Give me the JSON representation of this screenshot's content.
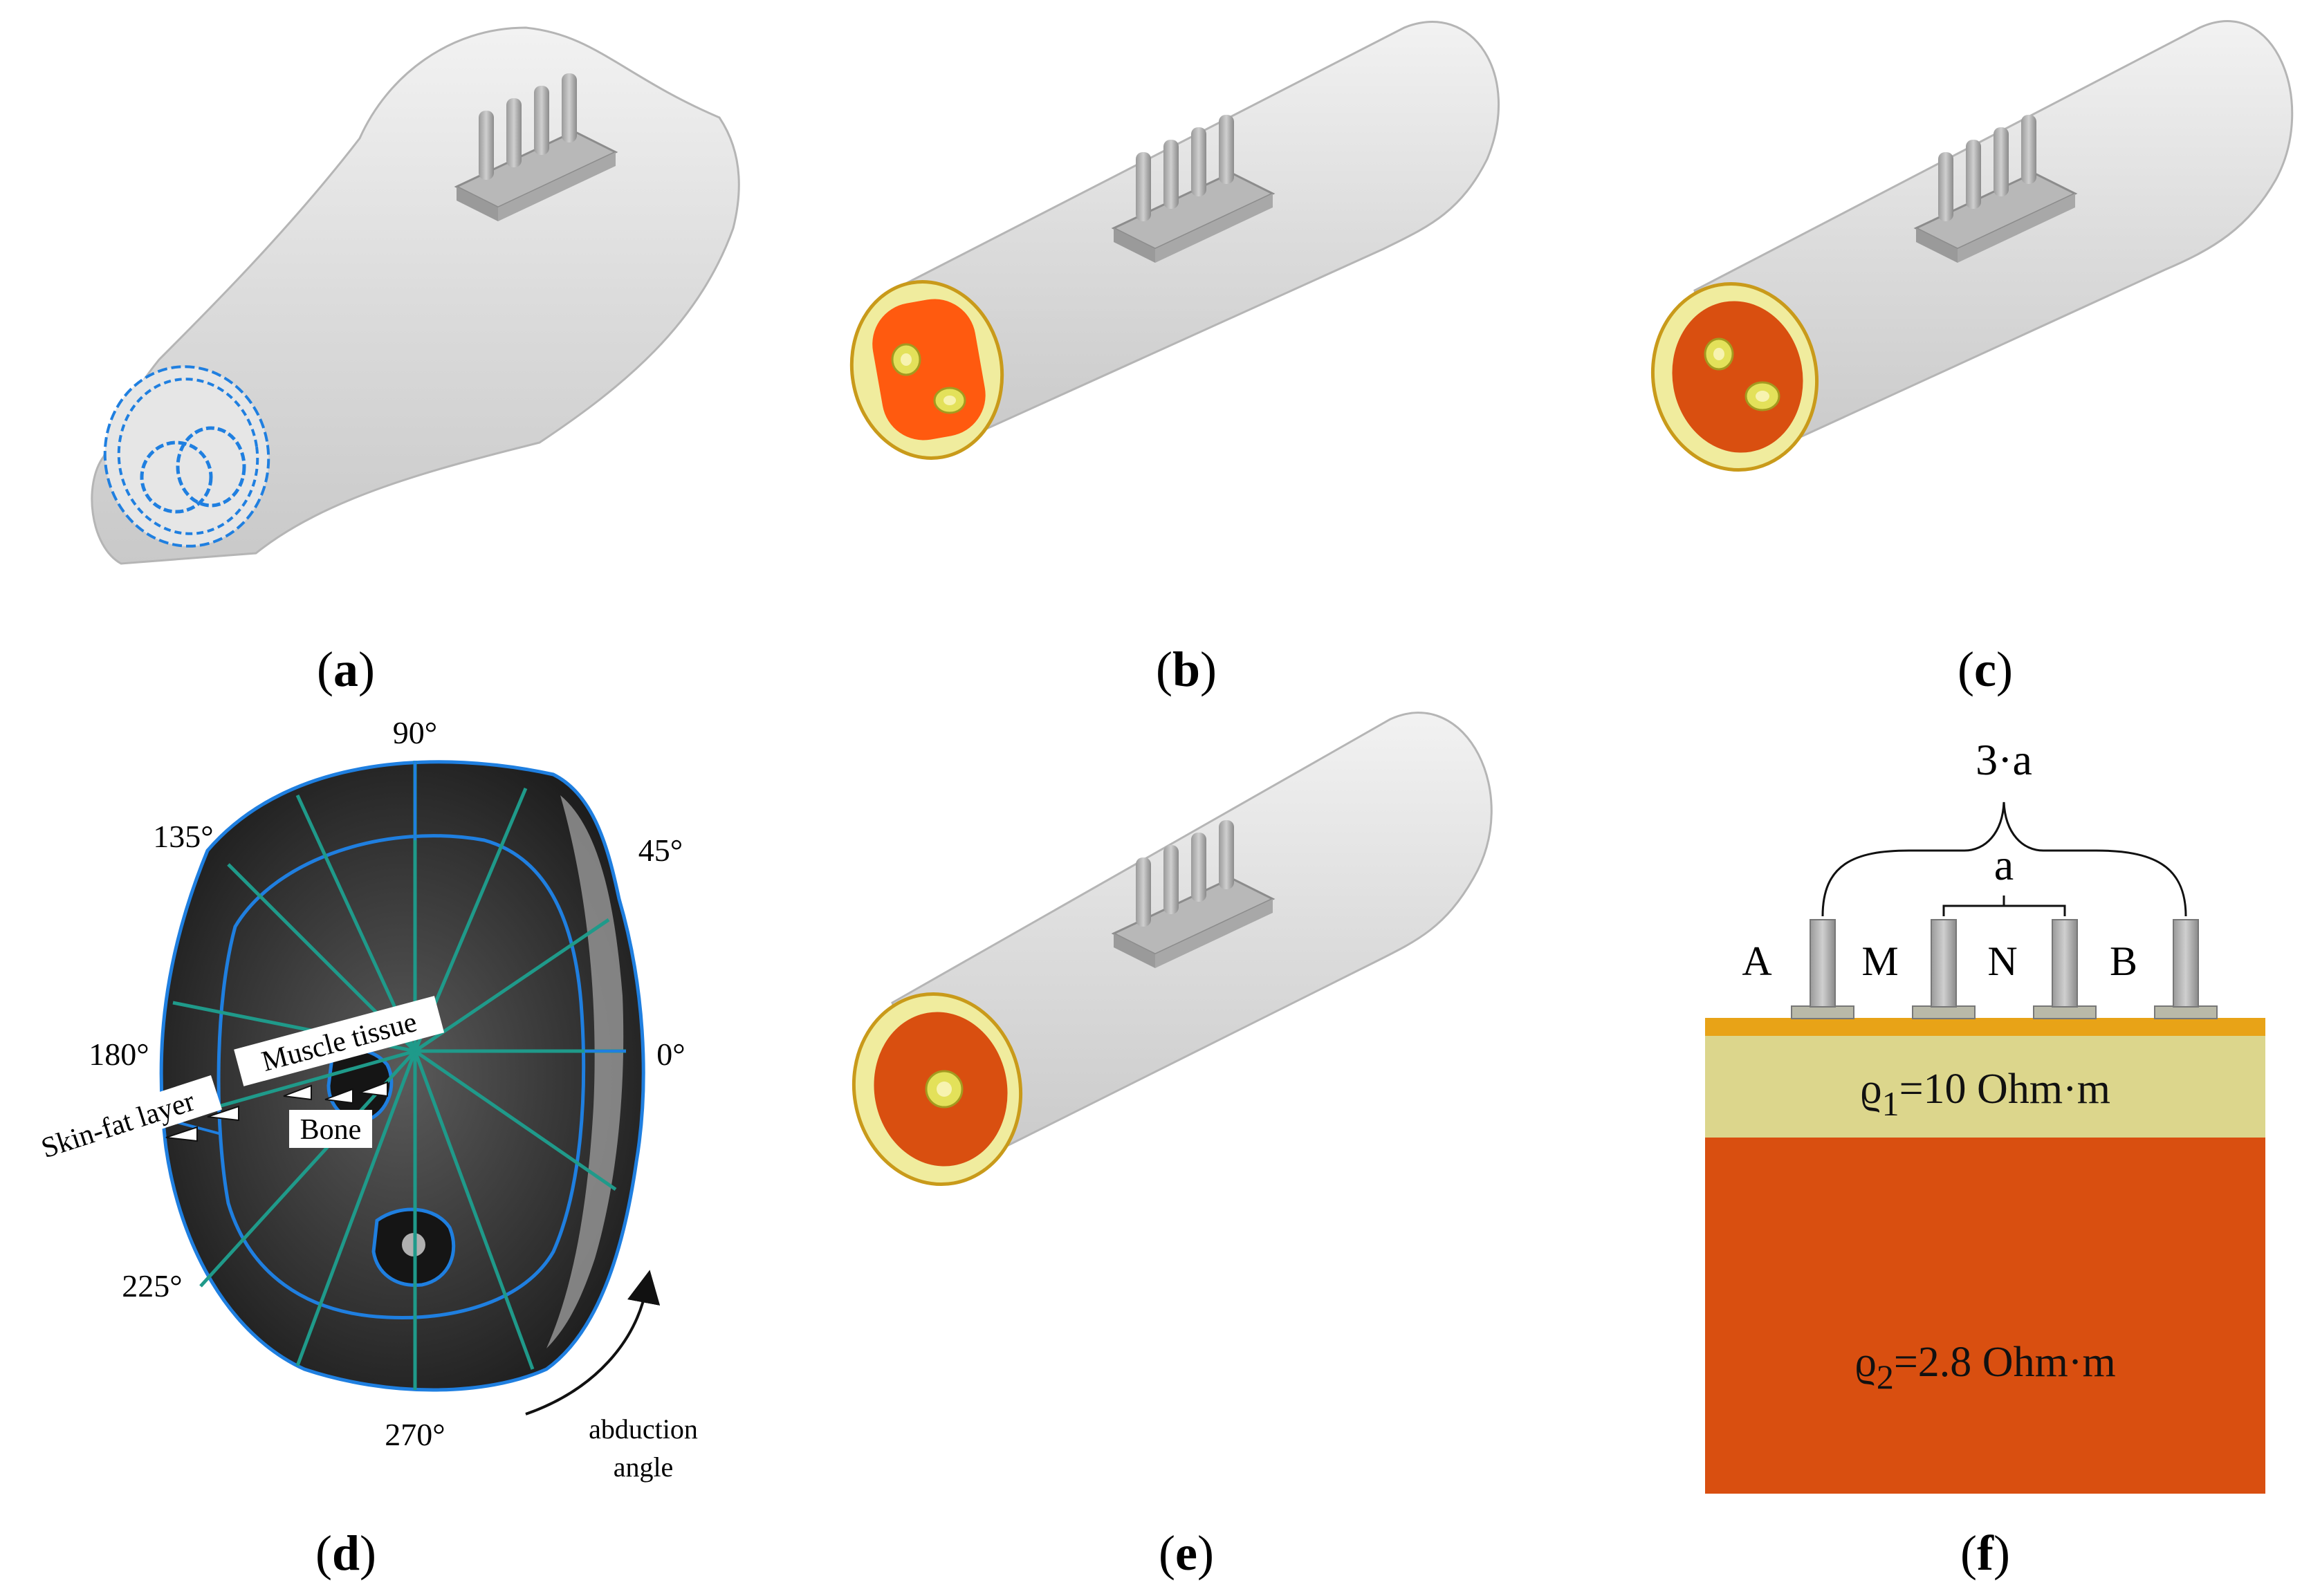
{
  "panels": {
    "a": {
      "label_open": "(",
      "label_letter": "a",
      "label_close": ")"
    },
    "b": {
      "label_open": "(",
      "label_letter": "b",
      "label_close": ")"
    },
    "c": {
      "label_open": "(",
      "label_letter": "c",
      "label_close": ")"
    },
    "d": {
      "label_open": "(",
      "label_letter": "d",
      "label_close": ")"
    },
    "e": {
      "label_open": "(",
      "label_letter": "e",
      "label_close": ")"
    },
    "f": {
      "label_open": "(",
      "label_letter": "f",
      "label_close": ")"
    }
  },
  "mri": {
    "angles": {
      "a90": "90°",
      "a135": "135°",
      "a45": "45°",
      "a180": "180°",
      "a0": "0°",
      "a225": "225°",
      "a270": "270°"
    },
    "tags": {
      "muscle": "Muscle tissue",
      "skin_fat": "Skin-fat layer",
      "bone": "Bone"
    },
    "abduction_line1": "abduction",
    "abduction_line2": "angle"
  },
  "schematic": {
    "electrodes": [
      "A",
      "M",
      "N",
      "B"
    ],
    "span_outer": "3·a",
    "span_inner": "a",
    "layer1": {
      "symbol": "ϱ",
      "sub": "1",
      "value": "=10 Ohm·m"
    },
    "layer2": {
      "symbol": "ϱ",
      "sub": "2",
      "value": "=2.8 Ohm·m"
    }
  },
  "colors": {
    "skin_surface": "#dcdcdc",
    "muscle": "#d94f10",
    "fat": "#f0ec9e",
    "bone": "#e3e15a",
    "skin_layer": "#e8a317",
    "contour_blue": "#1f7fe0",
    "sector_teal": "#1f9a8a"
  }
}
